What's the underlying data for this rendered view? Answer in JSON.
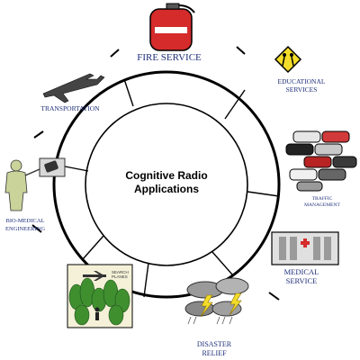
{
  "center": {
    "line1": "Cognitive Radio",
    "line2": "Applications"
  },
  "nodes": {
    "fire_service": "FIRE SERVICE",
    "educational_line1": "EDUCATIONAL",
    "educational_line2": "SERVICES",
    "traffic_line1": "TRAFFIC",
    "traffic_line2": "MANAGEMENT",
    "medical_line1": "MEDICAL",
    "medical_line2": "SERVICE",
    "disaster_line1": "DISASTER",
    "disaster_line2": "RELIEF",
    "search_label_line1": "SEARCH",
    "search_label_line2": "PLANES",
    "biomedical_line1": "BIO-MEDICAL",
    "biomedical_line2": "ENGINEERING",
    "transportation": "TRANSPORTATION"
  },
  "colors": {
    "ring": "#000000",
    "label_blue": "#1f2f7a",
    "fire_red": "#d52b2b",
    "sign_yellow": "#f3dc2a",
    "forest_green": "#3f8f2f"
  }
}
